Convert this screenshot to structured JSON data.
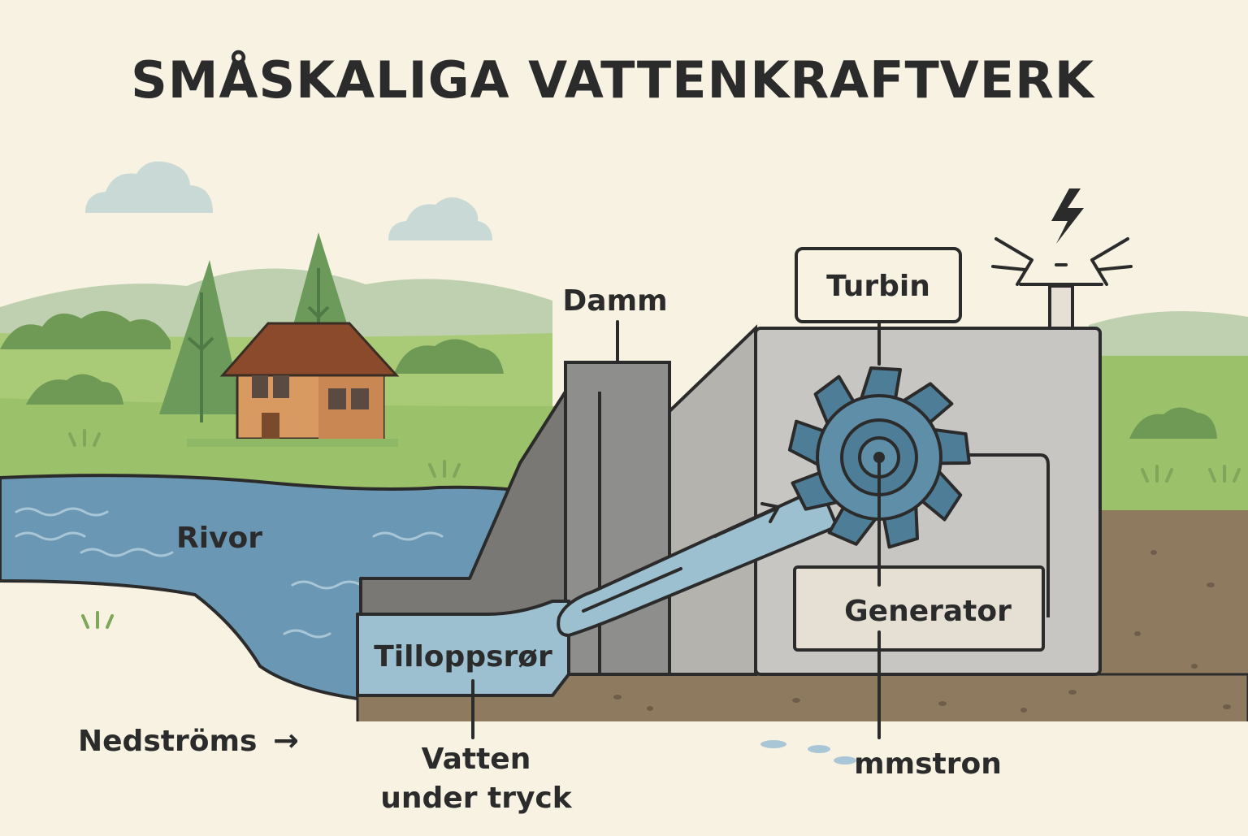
{
  "title": "SMÅSKALIGA VATTENKRAFTVERK",
  "labels": {
    "dam": "Damm",
    "turbine": "Turbin",
    "river": "Rivor",
    "generator": "Generator",
    "penstock": "Tilloppsrør",
    "downstream": "Nedströms",
    "downstream_arrow": "→",
    "pressure_line1": "Vatten",
    "pressure_line2": "under tryck",
    "current": "mmstron"
  },
  "icons": [
    "lightning-icon",
    "cloud-icon",
    "tree-icon",
    "house-icon",
    "turbine-wheel-icon",
    "power-line-icon"
  ],
  "colors": {
    "background": "#f8f2e2",
    "water": "#6a98b4",
    "pipe_water": "#9cc0d0",
    "concrete": "#8e8e8c",
    "building": "#c8c6c2",
    "turbine": "#4e7d97",
    "grass": "#9bc26a",
    "soil": "#8e7a5f",
    "outline": "#2b2b2b"
  }
}
